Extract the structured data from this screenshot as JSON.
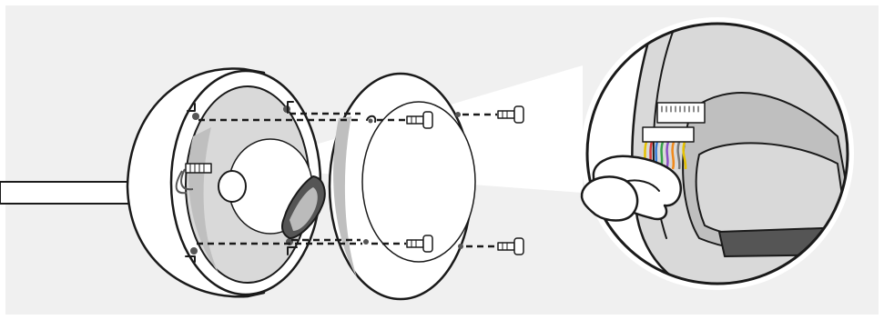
{
  "diagram": {
    "type": "installation-illustration",
    "colors": {
      "frame": "#ffffff",
      "panel": "#f0f0f0",
      "outline": "#1a1a1a",
      "housing": "#ffffff",
      "interior": "#d9d9d9",
      "shadow": "#bfbfbf",
      "dark": "#555555"
    },
    "wire_colors": [
      "#e6c200",
      "#d63b3b",
      "#3a7bd5",
      "#37a24a",
      "#8a4fc4",
      "#f08a1c",
      "#777777",
      "#e6c200"
    ],
    "components": [
      {
        "name": "cable",
        "icon": "cable-icon"
      },
      {
        "name": "gland",
        "icon": "cable-gland-icon"
      },
      {
        "name": "mount-box",
        "icon": "junction-box-icon"
      },
      {
        "name": "connector",
        "icon": "connector-icon"
      },
      {
        "name": "cover-plate",
        "icon": "cover-plate-icon"
      },
      {
        "name": "screws",
        "icon": "screw-icon"
      },
      {
        "name": "magnified-view",
        "icon": "magnifier-icon"
      },
      {
        "name": "hand",
        "icon": "hand-icon"
      }
    ]
  }
}
